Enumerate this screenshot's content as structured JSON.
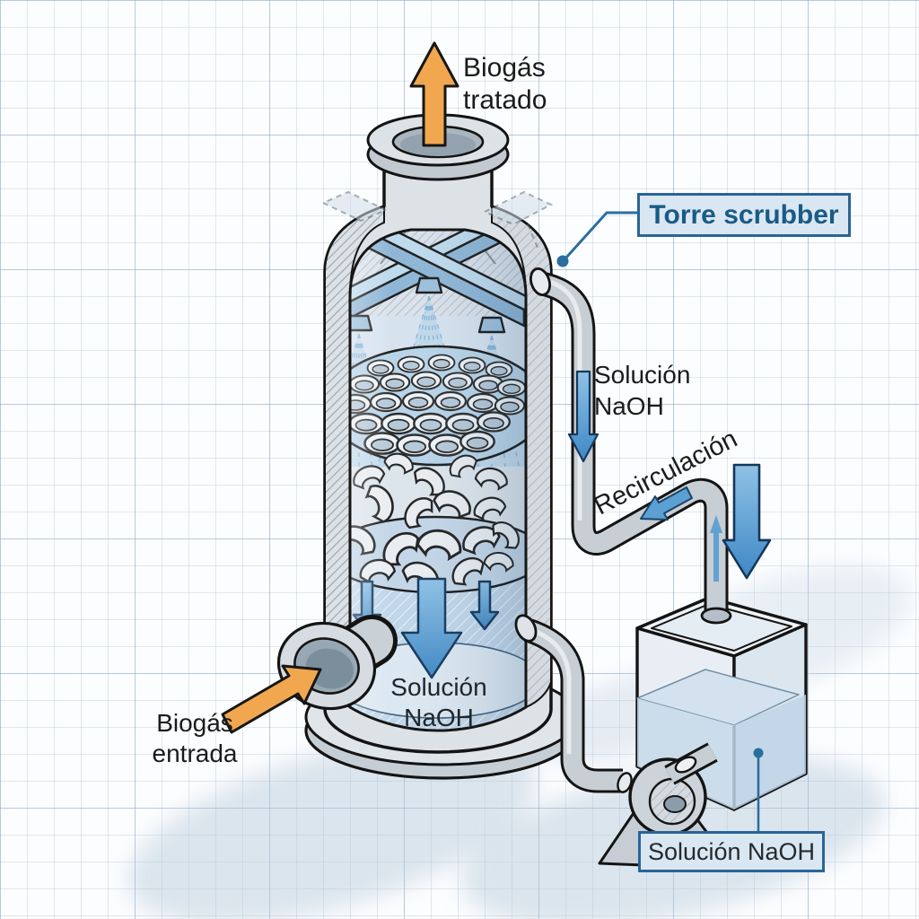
{
  "diagram": {
    "labels": {
      "treated_biogas": {
        "line1": "Biogás",
        "line2": "tratado"
      },
      "tower_callout": "Torre scrubber",
      "naoh_pipe": {
        "line1": "Solución",
        "line2": "NaOH"
      },
      "recirculation": "Recirculación",
      "biogas_inlet": {
        "line1": "Biogás",
        "line2": "entrada"
      },
      "tower_sump": {
        "line1": "Solución",
        "line2": "NaOH"
      },
      "tank_callout": "Solución NaOH"
    },
    "icons": {
      "treated_gas_arrow": "arrow-up-orange",
      "inlet_arrow": "arrow-up-right-orange",
      "sump_downflow": "arrows-down-blue",
      "pipe_flow": "arrow-down-blue",
      "recirculation_flow": "arrow-down-left-blue",
      "tank_feed": "arrow-up-blue",
      "tank_inflow": "arrow-down-blue"
    },
    "colors": {
      "orange_arrow": "#F0A850",
      "blue_arrow": "#4F94C9",
      "callout_bg": "#D9E7F3",
      "callout_border": "#2A6496",
      "callout_text": "#1A5A86",
      "ink": "#1B1B1B",
      "grid_line": "#C7D6E4",
      "paper": "#FCFDFE"
    }
  }
}
